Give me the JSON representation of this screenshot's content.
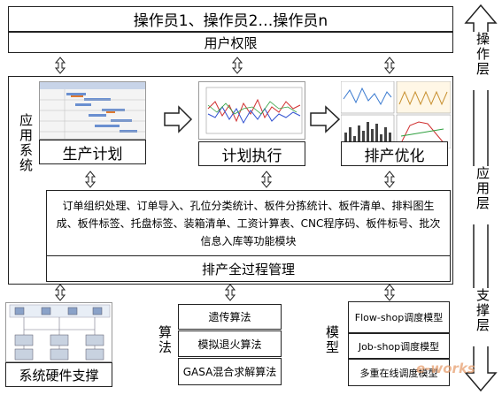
{
  "operators": "操作员1、操作员2…操作员n",
  "user_permissions": "用户权限",
  "app_system": "应用系统",
  "modules": {
    "plan": "生产计划",
    "execute": "计划执行",
    "optimize": "排产优化"
  },
  "functions_text": "订单组织处理、订单导入、孔位分类统计、板件分拣统计、板件清单、排料图生成、板件标签、托盘标签、装箱清单、工资计算表、CNC程序码、板件标号、批次信息入库等功能模块",
  "process_management": "排产全过程管理",
  "hardware_support": "系统硬件支撑",
  "algorithm_label": "算法",
  "algorithms": [
    "遗传算法",
    "模拟退火算法",
    "GASA混合求解算法"
  ],
  "model_label": "模型",
  "models": [
    "Flow-shop调度模型",
    "Job-shop调度模型",
    "多重在线调度模型"
  ],
  "layers": {
    "operation": "操作层",
    "application": "应用层",
    "support": "支撑层"
  },
  "watermark": "e-works",
  "colors": {
    "border": "#222222",
    "watermark": "#e8a070"
  }
}
